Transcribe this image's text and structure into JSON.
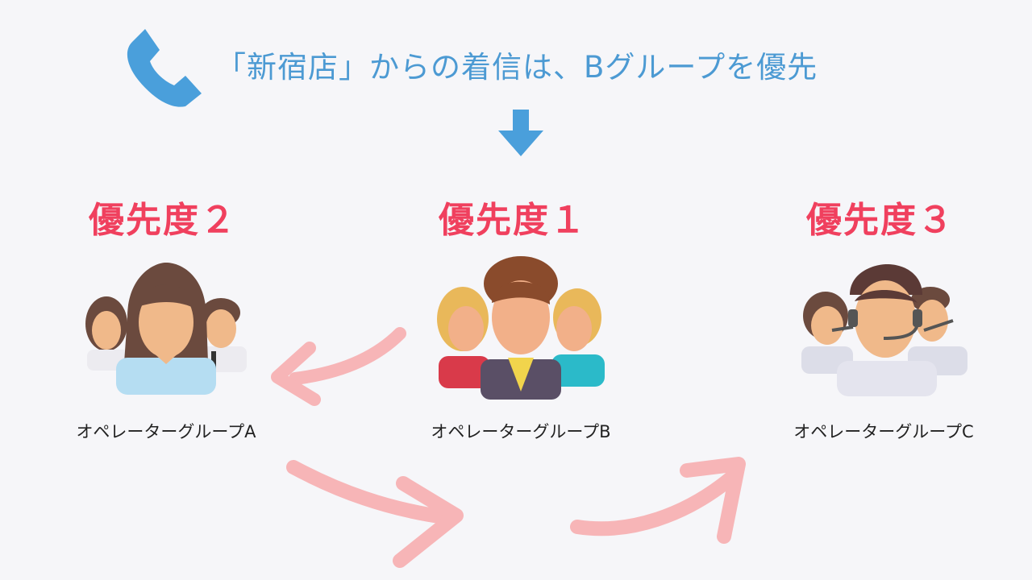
{
  "header": {
    "rule_text": "「新宿店」からの着信は、Bグループを優先",
    "icon": "phone-icon"
  },
  "groups": [
    {
      "priority_label": "優先度２",
      "name": "オペレーターグループA",
      "icon": "female-team-icon"
    },
    {
      "priority_label": "優先度１",
      "name": "オペレーターグループB",
      "icon": "team-icon"
    },
    {
      "priority_label": "優先度３",
      "name": "オペレーターグループC",
      "icon": "headset-team-icon"
    }
  ],
  "colors": {
    "background": "#f6f6f9",
    "heading": "#4c9ad3",
    "priority": "#f0405e",
    "flow_arrow": "#f7b5b7",
    "down_arrow": "#4a9fdb"
  }
}
